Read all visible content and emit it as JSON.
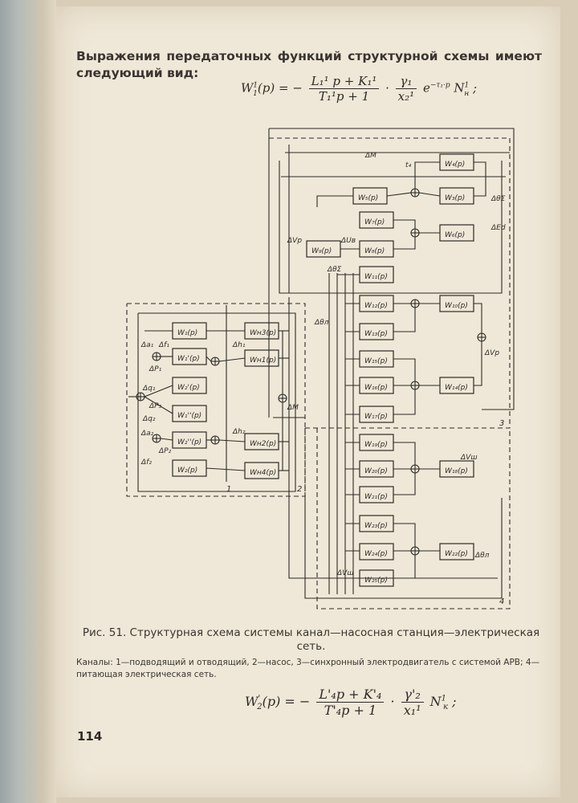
{
  "intro_text": "Выражения передаточных функций структурной схемы имеют следующий вид:",
  "formula1": {
    "lhs": "W",
    "lhs_sup": "1",
    "lhs_sub": "1",
    "lhs_arg": "(p) = −",
    "num": "L₁¹ p + K₁¹",
    "den": "T₁¹p + 1",
    "num2": "γ₁",
    "den2": "x₂¹",
    "exp_part": "e",
    "exp_sup": "−τ₁·p",
    "tail": "N",
    "tail_sup": "1",
    "tail_sub": "н",
    "end": ";"
  },
  "diagram": {
    "block_labels": [
      "W₁(p)",
      "W₁'(p)",
      "W₂'(p)",
      "W₁''(p)",
      "W₂''(p)",
      "W₂(p)",
      "Wн3(p)",
      "Wн1(p)",
      "Wн2(p)",
      "Wн4(p)",
      "W₄(p)",
      "W₅(p)",
      "W₃(p)",
      "W₇(p)",
      "W₆(p)",
      "W₉(p)",
      "W₈(p)",
      "W₁₁(p)",
      "W₁₂(p)",
      "W₁₀(p)",
      "W₁₃(p)",
      "W₁₅(p)",
      "W₁₆(p)",
      "W₁₄(p)",
      "W₁₇(p)",
      "W₁₉(p)",
      "W₂₀(p)",
      "W₁₈(p)",
      "W₂₁(p)",
      "W₂₃(p)",
      "W₂₄(p)",
      "W₂₂(p)",
      "W₂₅(p)"
    ],
    "signal_labels": [
      "ΔM",
      "t₄",
      "ΔθΣ",
      "ΔEd",
      "ΔVp",
      "ΔUв",
      "ΔθΣ",
      "Δθл",
      "ΔVр",
      "Δa₁",
      "Δf₁",
      "Δh₁",
      "ΔP₁",
      "Δq₁",
      "ΔP₃",
      "Δq₂",
      "ΔM",
      "Δa₂",
      "Δh₂",
      "ΔP₂",
      "Δf₂",
      "ΔVш",
      "Δθл",
      "ΔVш"
    ],
    "region_labels": [
      "1",
      "2",
      "3",
      "4"
    ]
  },
  "caption": "Рис. 51. Структурная схема системы канал—насосная станция—электрическая сеть.",
  "legend": "Каналы: 1—подводящий и отводящий, 2—насос, 3—синхронный электродвигатель с системой АРВ; 4—питающая электрическая сеть.",
  "formula2": {
    "lhs": "W",
    "lhs_sup": "'",
    "lhs_sub": "2",
    "lhs_arg": "(p) = −",
    "num": "L'₄p + K'₄",
    "den": "T'₄p + 1",
    "num2": "γ'₂",
    "den2": "x₁¹",
    "tail": "N",
    "tail_sup": "1",
    "tail_sub": "к",
    "end": ";"
  },
  "page_number": "114"
}
